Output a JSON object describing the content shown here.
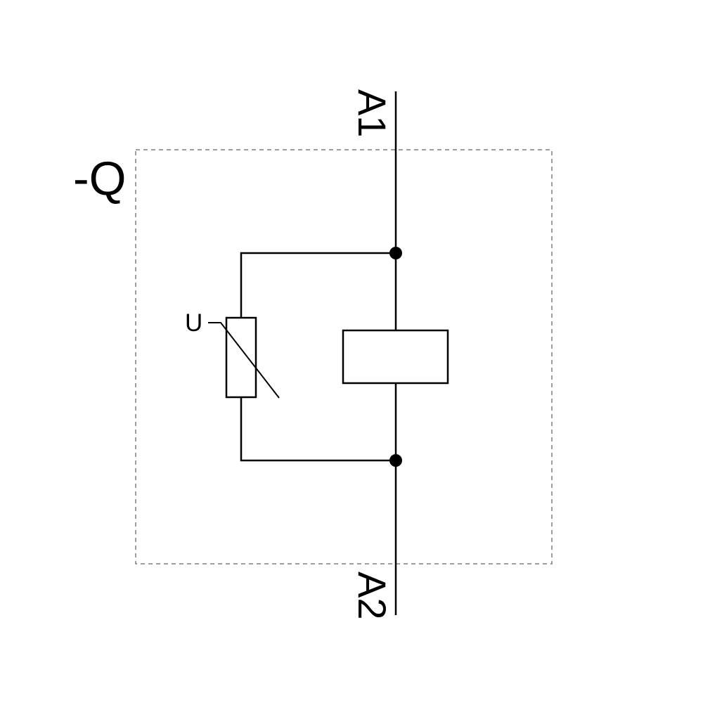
{
  "diagram": {
    "labels": {
      "device": "-Q",
      "terminal_top": "A1",
      "terminal_bottom": "A2",
      "varistor": "U"
    },
    "colors": {
      "line": "#000000",
      "border": "#7f7f7f",
      "background": "#ffffff"
    }
  }
}
